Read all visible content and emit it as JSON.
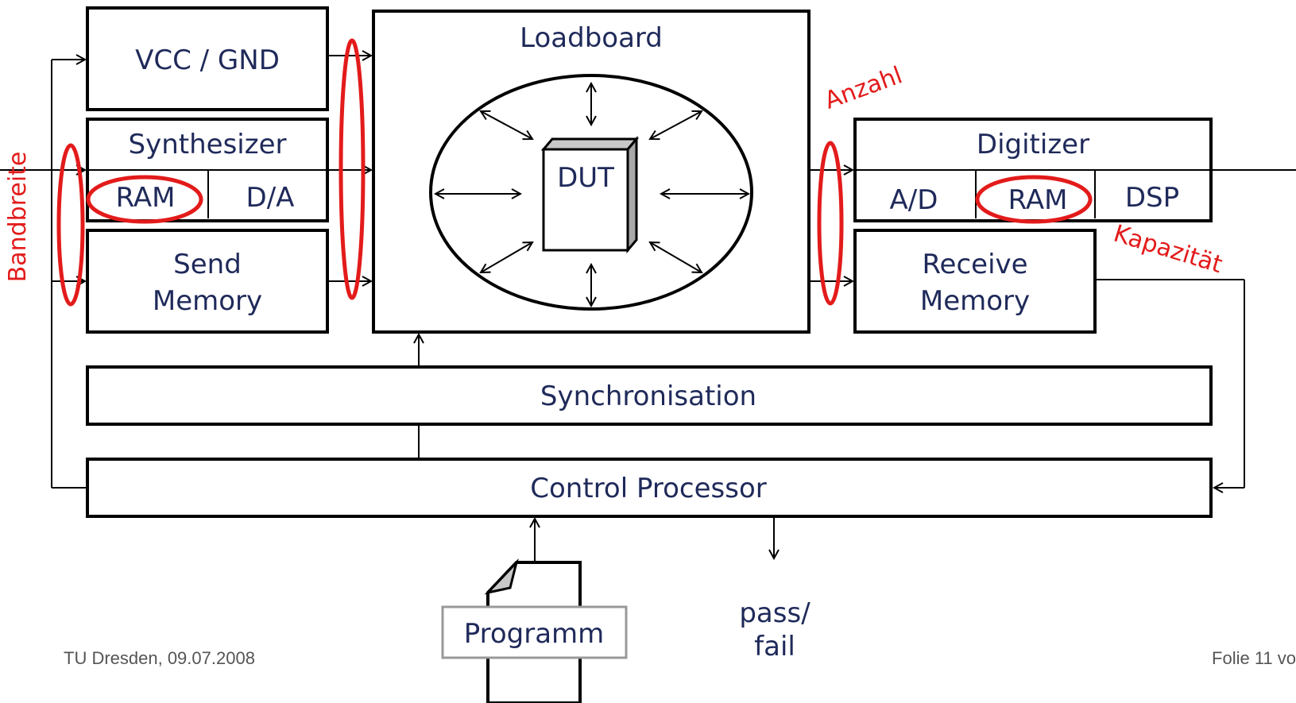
{
  "blocks": {
    "vcc_gnd": "VCC / GND",
    "synthesizer": "Synthesizer",
    "ram_left": "RAM",
    "da": "D/A",
    "send_memory": [
      "Send",
      "Memory"
    ],
    "loadboard": "Loadboard",
    "dut": "DUT",
    "digitizer": "Digitizer",
    "ad": "A/D",
    "ram_right": "RAM",
    "dsp": "DSP",
    "receive_memory": [
      "Receive",
      "Memory"
    ],
    "synchronisation": "Synchronisation",
    "control_processor": "Control Processor",
    "programm": "Programm",
    "pass_fail": [
      "pass/",
      "fail"
    ]
  },
  "annotations": {
    "bandbreite": "Bandbreite",
    "anzahl": "Anzahl",
    "kapazitaet": "Kapazität"
  },
  "footer": {
    "left": "TU Dresden, 09.07.2008",
    "right": "Folie 11 vo"
  },
  "colors": {
    "label": "#1f2a5a",
    "annotation": "#e31b1b",
    "footer": "#555555"
  }
}
